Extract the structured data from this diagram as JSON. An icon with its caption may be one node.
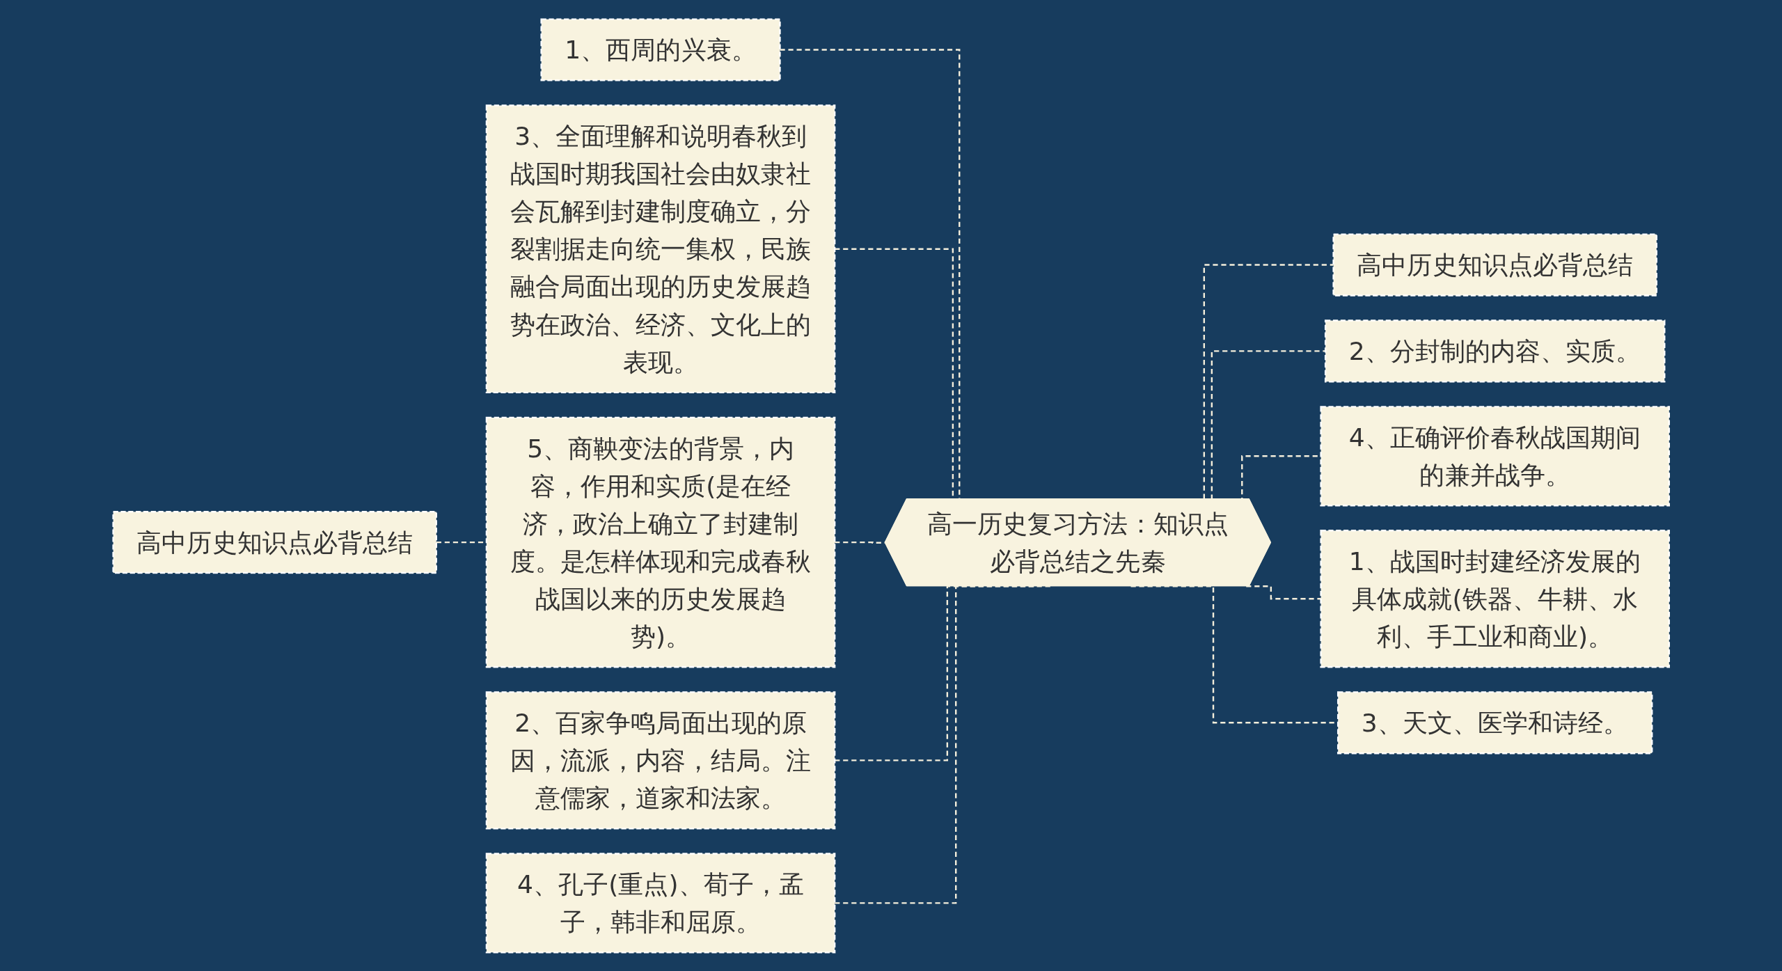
{
  "diagram": {
    "nodes": [
      {
        "text": [
          "高一历史复习方法：知识点必背总结之先秦"
        ]
      },
      {
        "text": [
          "1、西周的兴衰。"
        ]
      },
      {
        "text": [
          "3、全面理解和说明春秋到战国时期我国社会由奴隶社会瓦解到封建制度确立，分裂割据走向统一集权，民族融合局面出现的历史发展趋势在政治、经济、文化上的表现。"
        ]
      },
      {
        "text": [
          "5、商鞅变法的背景，内容，作用和实质(是在经济，政治上确立了封建制度。是怎样体现和完成春秋战国以来的历史发展趋势)。"
        ]
      },
      {
        "text": [
          "2、百家争鸣局面出现的原因，流派，内容，结局。注意儒家，道家和法家。"
        ]
      },
      {
        "text": [
          "4、孔子(重点)、荀子，孟子，韩非和屈原。"
        ]
      },
      {
        "text": [
          "高中历史知识点必背总结"
        ]
      },
      {
        "text": [
          "高中历史知识点必背总结"
        ]
      },
      {
        "text": [
          "2、分封制的内容、实质。"
        ]
      },
      {
        "text": [
          "4、正确评价春秋战国期间的兼并战争。"
        ]
      },
      {
        "text": [
          "1、战国时封建经济发展的具体成就(铁器、牛耕、水利、手工业和商业)。"
        ]
      },
      {
        "text": [
          "3、天文、医学和诗经。"
        ]
      }
    ],
    "edges": [
      {
        "from": 0,
        "to": 1,
        "arrow": "none",
        "style": "dashed"
      },
      {
        "from": 0,
        "to": 2,
        "arrow": "none",
        "style": "dashed"
      },
      {
        "from": 0,
        "to": 3,
        "arrow": "none",
        "style": "dashed"
      },
      {
        "from": 0,
        "to": 4,
        "arrow": "none",
        "style": "dashed"
      },
      {
        "from": 0,
        "to": 5,
        "arrow": "none",
        "style": "dashed"
      },
      {
        "from": 3,
        "to": 6,
        "arrow": "none",
        "style": "dashed"
      },
      {
        "from": 0,
        "to": 7,
        "arrow": "none",
        "style": "dashed"
      },
      {
        "from": 0,
        "to": 8,
        "arrow": "none",
        "style": "dashed"
      },
      {
        "from": 0,
        "to": 9,
        "arrow": "none",
        "style": "dashed"
      },
      {
        "from": 0,
        "to": 10,
        "arrow": "none",
        "style": "dashed"
      },
      {
        "from": 0,
        "to": 11,
        "arrow": "none",
        "style": "dashed"
      }
    ]
  }
}
